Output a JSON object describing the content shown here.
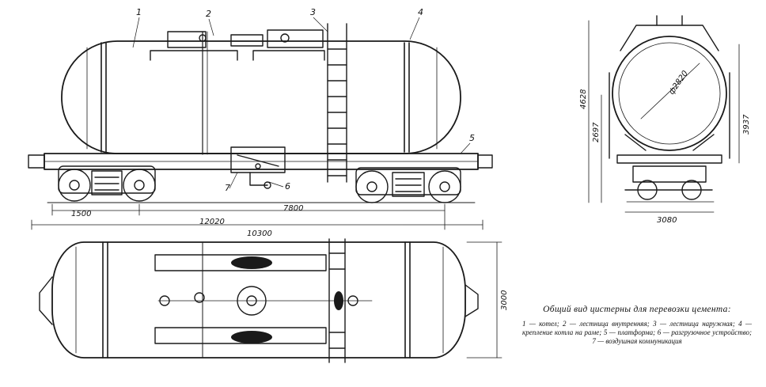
{
  "callouts": [
    "1",
    "2",
    "3",
    "4",
    "5",
    "6",
    "7"
  ],
  "dimensions": {
    "wheelbase_truck": "1500",
    "bogie_centers": "7800",
    "length_couplers": "12020",
    "length_overall": "10300",
    "boiler_diameter": "ф2820",
    "height_total": "4628",
    "height_axis": "2697",
    "height_right": "3937",
    "width_end": "3080",
    "width_top": "3000"
  },
  "caption": {
    "title": "Общий вид цистерны для перевозки цемента:",
    "legend": "1 — котел; 2 — лестница внутренняя; 3 — лестница наружная; 4 — крепление котла на раме; 5 — платформа; 6 — разгрузочное устройство; 7 — воздушная коммуникация"
  },
  "colors": {
    "ink": "#1a1a1a",
    "paper": "#ffffff"
  }
}
